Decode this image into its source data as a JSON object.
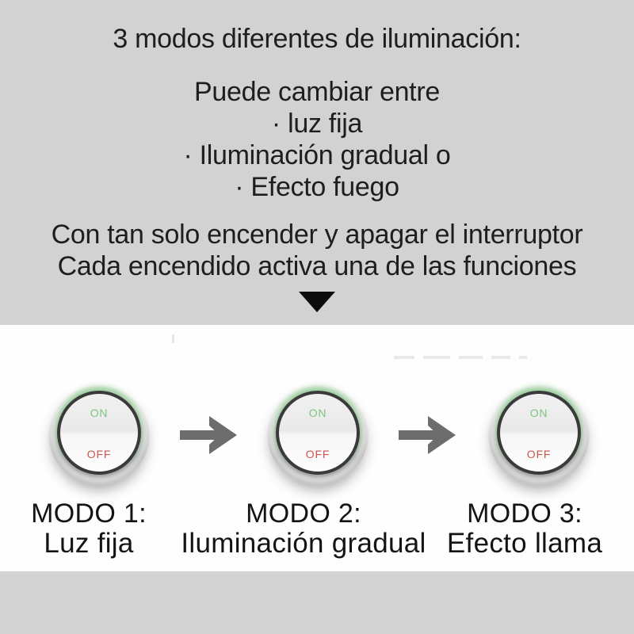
{
  "page": {
    "background_color": "#d2d2d2",
    "panel_color": "#fefefe",
    "text_color": "#1e1e1e"
  },
  "intro": {
    "title": "3 modos diferentes de iluminación:",
    "subtitle": "Puede cambiar entre",
    "bullets": [
      "· luz fija",
      "· Iluminación gradual o",
      "· Efecto fuego"
    ],
    "instruction_line1": "Con tan solo encender y apagar el interruptor",
    "instruction_line2": "Cada encendido activa una de las funciones"
  },
  "flow": {
    "down_triangle_icon": "down-triangle",
    "right_arrow_icon": "right-arrow",
    "arrow_color": "#6d6d6d",
    "down_triangle_color": "#0c0c0c"
  },
  "modes": [
    {
      "name": "MODO 1:",
      "description": "Luz fija",
      "button": {
        "on_label": "ON",
        "off_label": "OFF"
      }
    },
    {
      "name": "MODO 2:",
      "description": "Iluminación gradual",
      "button": {
        "on_label": "ON",
        "off_label": "OFF"
      }
    },
    {
      "name": "MODO 3:",
      "description": "Efecto llama",
      "button": {
        "on_label": "ON",
        "off_label": "OFF"
      }
    }
  ],
  "button_style": {
    "on_color": "#7cc57f",
    "off_color": "#cb564d",
    "ring_color": "#3a3a3a",
    "glow_color": "#8cc78c"
  }
}
